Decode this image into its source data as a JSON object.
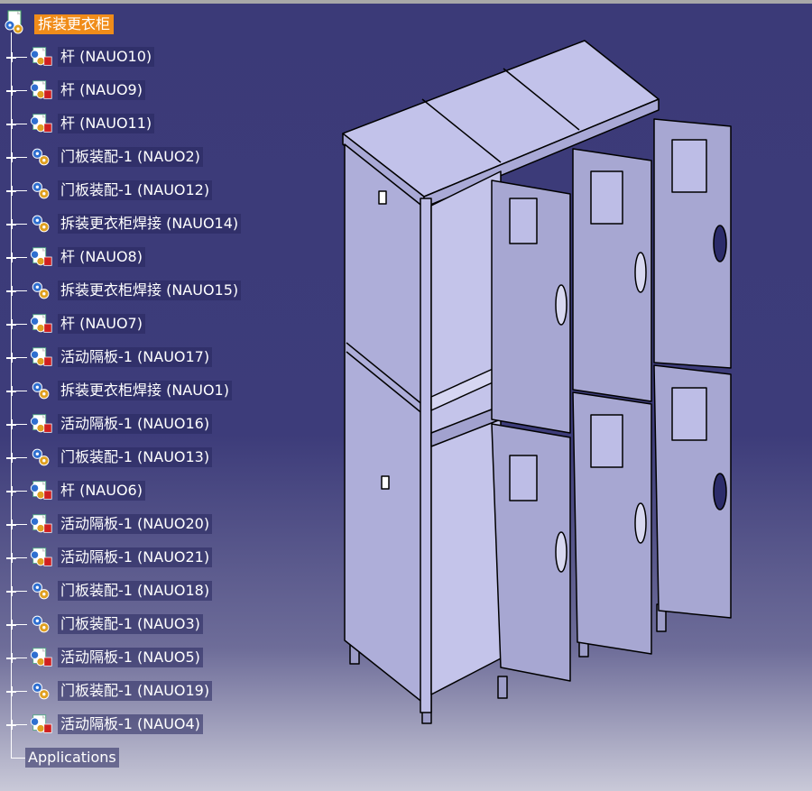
{
  "tree": {
    "root_label": "拆装更衣柜",
    "items": [
      {
        "label": "杆 (NAUO10)",
        "icon": "part-icon"
      },
      {
        "label": "杆 (NAUO9)",
        "icon": "part-icon"
      },
      {
        "label": "杆 (NAUO11)",
        "icon": "part-icon"
      },
      {
        "label": "门板装配-1 (NAUO2)",
        "icon": "product-icon"
      },
      {
        "label": "门板装配-1 (NAUO12)",
        "icon": "product-icon"
      },
      {
        "label": "拆装更衣柜焊接 (NAUO14)",
        "icon": "product-icon"
      },
      {
        "label": "杆 (NAUO8)",
        "icon": "part-icon"
      },
      {
        "label": "拆装更衣柜焊接 (NAUO15)",
        "icon": "product-icon"
      },
      {
        "label": "杆 (NAUO7)",
        "icon": "part-icon"
      },
      {
        "label": "活动隔板-1 (NAUO17)",
        "icon": "part-icon"
      },
      {
        "label": "拆装更衣柜焊接 (NAUO1)",
        "icon": "product-icon"
      },
      {
        "label": "活动隔板-1 (NAUO16)",
        "icon": "part-icon"
      },
      {
        "label": "门板装配-1 (NAUO13)",
        "icon": "product-icon"
      },
      {
        "label": "杆 (NAUO6)",
        "icon": "part-icon"
      },
      {
        "label": "活动隔板-1 (NAUO20)",
        "icon": "part-icon"
      },
      {
        "label": "活动隔板-1 (NAUO21)",
        "icon": "part-icon"
      },
      {
        "label": "门板装配-1 (NAUO18)",
        "icon": "product-icon"
      },
      {
        "label": "门板装配-1 (NAUO3)",
        "icon": "product-icon"
      },
      {
        "label": "活动隔板-1 (NAUO5)",
        "icon": "part-icon"
      },
      {
        "label": "门板装配-1 (NAUO19)",
        "icon": "product-icon"
      },
      {
        "label": "活动隔板-1 (NAUO4)",
        "icon": "part-icon"
      }
    ],
    "applications_label": "Applications"
  },
  "colors": {
    "background_top": "#3b3a78",
    "background_bottom": "#c9c9d8",
    "selection": "#f08c1a",
    "model_face": "#b7b7df",
    "model_edge": "#000000"
  }
}
